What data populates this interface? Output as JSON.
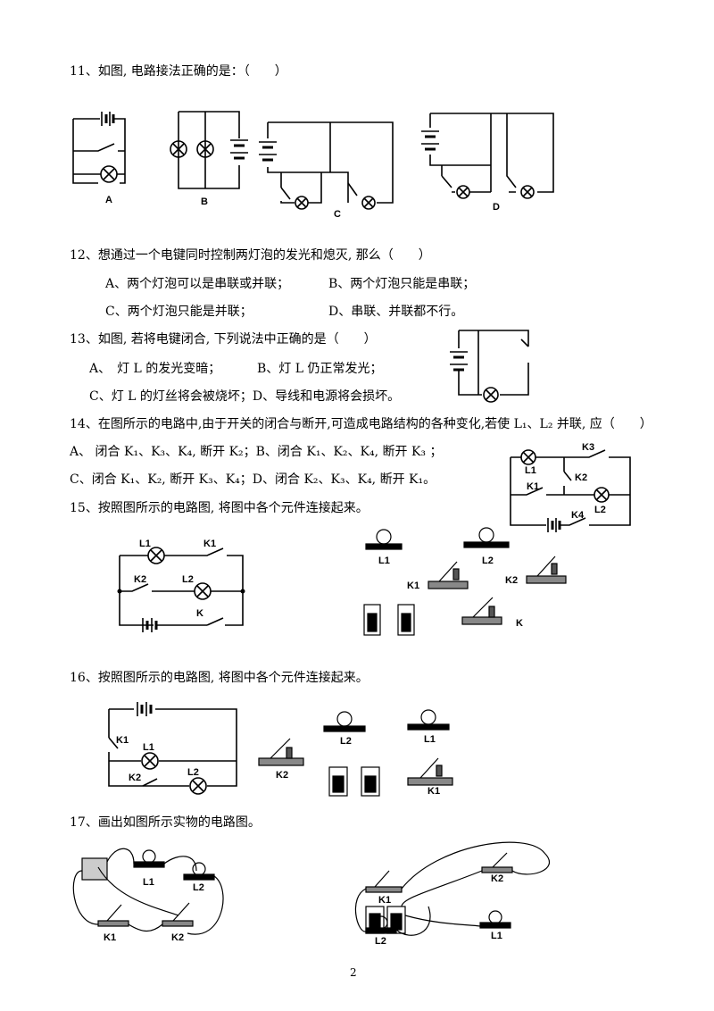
{
  "q11": {
    "stem": "11、如图, 电路接法正确的是：（　　）",
    "labels": [
      "A",
      "B",
      "C",
      "D"
    ]
  },
  "q12": {
    "stem": "12、想通过一个电键同时控制两灯泡的发光和熄灭, 那么（　　）",
    "options": [
      "A、两个灯泡可以是串联或并联；",
      "B、两个灯泡只能是串联；",
      "C、两个灯泡只能是并联；",
      "D、串联、并联都不行。"
    ]
  },
  "q13": {
    "stem": "13、如图, 若将电键闭合, 下列说法中正确的是（　　）",
    "optA": "A、　灯 L 的发光变暗；",
    "optB": "B、灯 L 仍正常发光；",
    "optCD": "C、灯 L 的灯丝将会被烧坏；D、导线和电源将会损坏。"
  },
  "q14": {
    "stem": "14、在图所示的电路中,由于开关的闭合与断开,可造成电路结构的各种变化,若使 L₁、L₂ 并联, 应（　　）",
    "optAB": "A、 闭合 K₁、K₃、K₄, 断开 K₂；B、闭合 K₁、K₂、K₄, 断开 K₃ ；",
    "optCD": "C、闭合 K₁、K₂, 断开 K₃、K₄；D、闭合 K₂、K₃、K₄, 断开 K₁。",
    "labels": {
      "L1": "L1",
      "L2": "L2",
      "K1": "K1",
      "K2": "K2",
      "K3": "K3",
      "K4": "K4"
    }
  },
  "q15": {
    "stem": "15、按照图所示的电路图, 将图中各个元件连接起来。",
    "labels": {
      "L1": "L1",
      "L2": "L2",
      "K1": "K1",
      "K2": "K2",
      "K": "K"
    }
  },
  "q16": {
    "stem": "16、按照图所示的电路图, 将图中各个元件连接起来。",
    "labels": {
      "L1": "L1",
      "L2": "L2",
      "K1": "K1",
      "K2": "K2"
    }
  },
  "q17": {
    "stem": "17、画出如图所示实物的电路图。",
    "labels": {
      "L1": "L1",
      "L2": "L2",
      "K1": "K1",
      "K2": "K2"
    }
  },
  "page_number": "2"
}
